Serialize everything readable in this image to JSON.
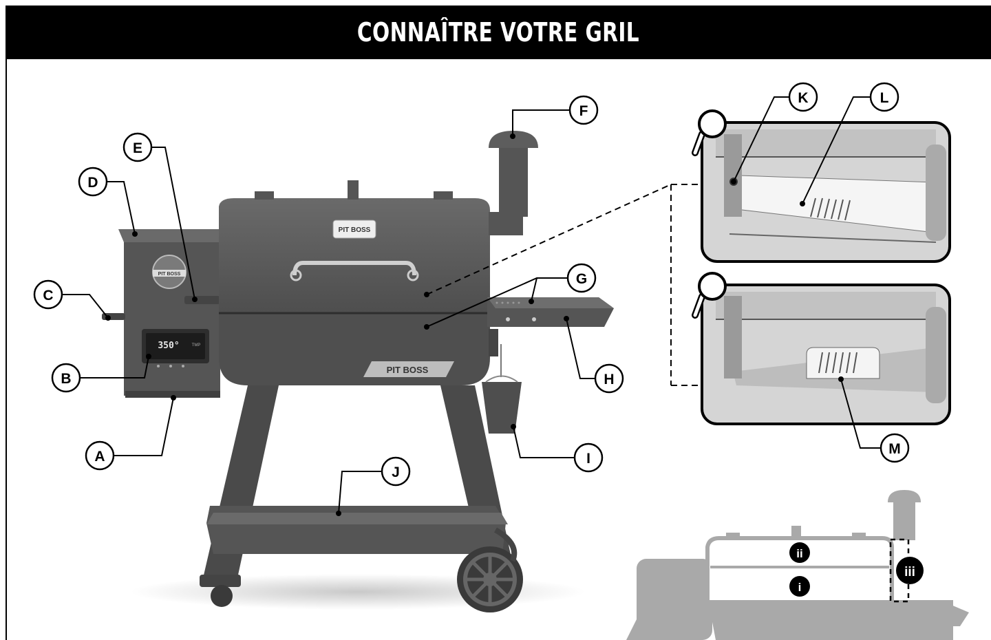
{
  "header": {
    "title": "CONNAÎTRE VOTRE GRIL"
  },
  "brand": {
    "logo_text": "PIT BOSS",
    "lid_badge_text": "PIT BOSS"
  },
  "controller": {
    "display_temp": "350°",
    "display_small": "TMP"
  },
  "callouts": {
    "A": "A",
    "B": "B",
    "C": "C",
    "D": "D",
    "E": "E",
    "F": "F",
    "G": "G",
    "H": "H",
    "I": "I",
    "J": "J",
    "K": "K",
    "L": "L",
    "M": "M"
  },
  "zones": {
    "i": "i",
    "ii": "ii",
    "iii": "iii"
  },
  "colors": {
    "grill_body": "#5a5a5a",
    "grill_dark": "#3e3e3e",
    "inset_fill": "#d8d8d8",
    "silhouette": "#a9a9a9",
    "header_bg": "#000000",
    "header_text": "#ffffff"
  }
}
